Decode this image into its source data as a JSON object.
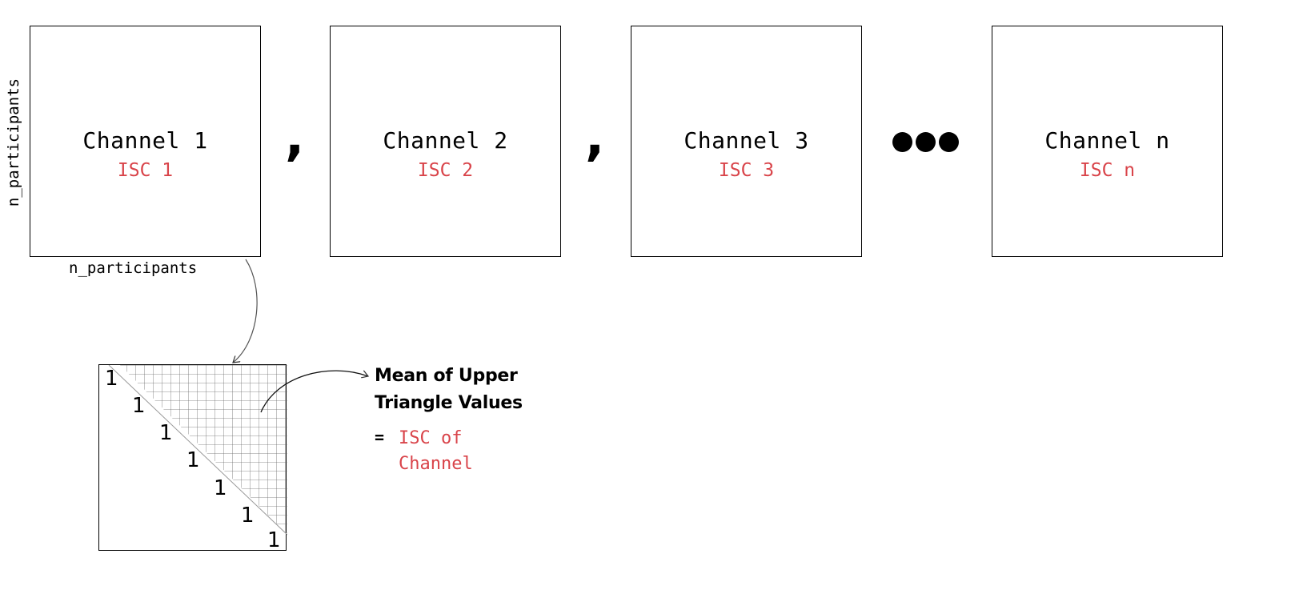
{
  "channels": [
    {
      "title": "Channel 1",
      "isc": "ISC 1"
    },
    {
      "title": "Channel 2",
      "isc": "ISC 2"
    },
    {
      "title": "Channel 3",
      "isc": "ISC 3"
    },
    {
      "title": "Channel n",
      "isc": "ISC n"
    }
  ],
  "separators": {
    "comma": ",",
    "ellipsis": "●●●"
  },
  "axes": {
    "y_label": "n_participants",
    "x_label": "n_participants"
  },
  "matrix": {
    "diagonal_values": [
      "1",
      "1",
      "1",
      "1",
      "1",
      "1",
      "1"
    ],
    "grid_region": "upper-triangle"
  },
  "annotation": {
    "caption_line1": "Mean of Upper",
    "caption_line2": "Triangle Values",
    "equals": "=",
    "result_line1": "ISC of",
    "result_line2": "Channel"
  },
  "colors": {
    "accent_red": "#d9444a",
    "stroke": "#000000",
    "grid": "#555555"
  }
}
